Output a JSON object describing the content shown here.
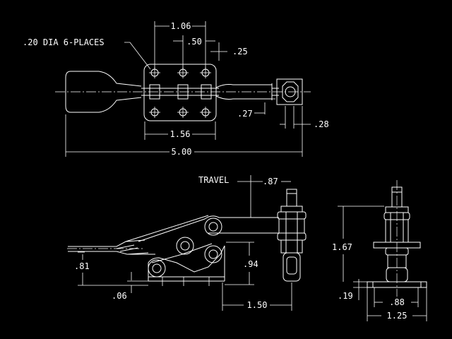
{
  "top_view": {
    "hole_note": ".20 DIA 6-PLACES",
    "dim_1_06": "1.06",
    "dim_0_50": ".50",
    "dim_0_25": ".25",
    "dim_0_27": ".27",
    "dim_0_28": ".28",
    "dim_1_56": "1.56",
    "dim_5_00": "5.00"
  },
  "side_view": {
    "travel_label": "TRAVEL",
    "dim_0_87": ".87",
    "dim_0_81": ".81",
    "dim_0_06": ".06",
    "dim_0_94": ".94",
    "dim_1_50": "1.50"
  },
  "end_view": {
    "dim_1_67": "1.67",
    "dim_0_19": ".19",
    "dim_0_88": ".88",
    "dim_1_25": "1.25"
  }
}
